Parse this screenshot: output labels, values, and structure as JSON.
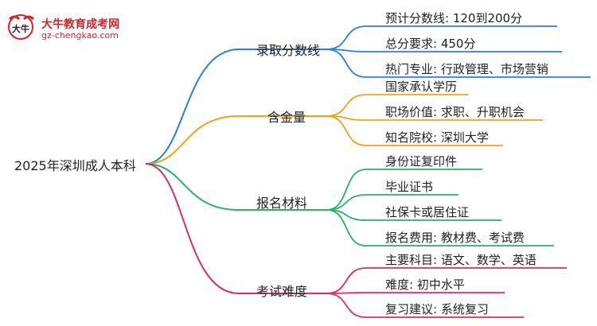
{
  "logo": {
    "name_cn": "大牛教育成考网",
    "url": "gz-chengkao.com",
    "mark_text": "大牛"
  },
  "root": {
    "label": "2025年深圳成人本科"
  },
  "branches": [
    {
      "label": "录取分数线",
      "color": "#2b7de9",
      "leaves": [
        "预计分数线: 120到200分",
        "总分要求: 450分",
        "热门专业: 行政管理、市场营销"
      ]
    },
    {
      "label": "含金量",
      "color": "#f0a21c",
      "leaves": [
        "国家承认学历",
        "职场价值: 求职、升职机会",
        "知名院校: 深圳大学"
      ]
    },
    {
      "label": "报名材料",
      "color": "#27b36a",
      "leaves": [
        "身份证复印件",
        "毕业证书",
        "社保卡或居住证",
        "报名费用: 教材费、考试费"
      ]
    },
    {
      "label": "考试难度",
      "color": "#e02a6b",
      "leaves": [
        "主要科目: 语文、数学、英语",
        "难度: 初中水平",
        "复习建议: 系统复习"
      ]
    }
  ]
}
